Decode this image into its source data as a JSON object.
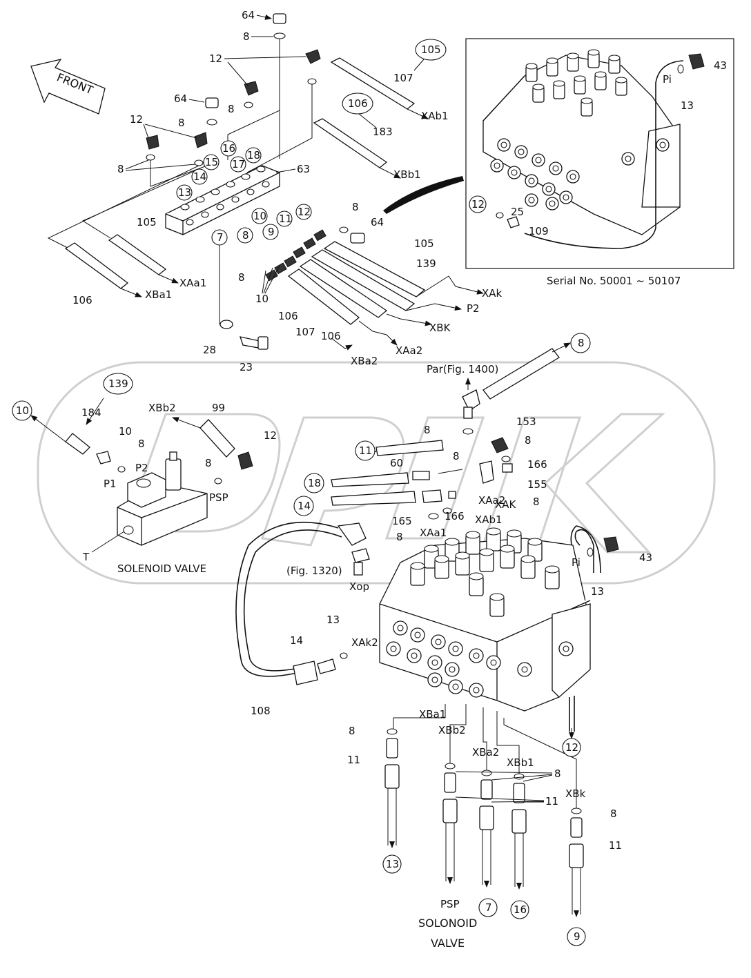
{
  "front_label": "FRONT",
  "serial_note": "Serial No. 50001 ~ 50107",
  "solenoid_valve_label": "SOLENOID VALVE",
  "solonoid_valve_bottom": [
    "SOLONOID",
    "VALVE"
  ],
  "fig_refs": {
    "par": "Par(Fig. 1400)",
    "fig1320": "(Fig. 1320)"
  },
  "ports": {
    "XAb1": "XAb1",
    "XBb1": "XBb1",
    "XAa1": "XAa1",
    "XBa1_top": "XBa1",
    "XAk": "XAk",
    "P2_top": "P2",
    "XBK": "XBK",
    "XBa2_top": "XBa2",
    "XAa2_top": "XAa2",
    "XBb2_sv": "XBb2",
    "P1": "P1",
    "P2_sv": "P2",
    "PSP_sv": "PSP",
    "T": "T",
    "Pi_inset": "Pi",
    "Pi_main": "Pi",
    "XAa2": "XAa2",
    "XAK": "XAK",
    "XAb1_mid": "XAb1",
    "XAa1_mid": "XAa1",
    "Xop": "Xop",
    "XAk2": "XAk2",
    "XBa1": "XBa1",
    "XBb2": "XBb2",
    "XBa2": "XBa2",
    "XBk": "XBk",
    "PSP_bottom": "PSP"
  },
  "part_numbers": {
    "p64a": "64",
    "p8a": "8",
    "p12a": "12",
    "p107a": "107",
    "p64b": "64",
    "p8b": "8",
    "p8c": "8",
    "p183": "183",
    "p12b": "12",
    "p8d": "8",
    "p63": "63",
    "p105a": "105",
    "p106a": "106",
    "p8e": "8",
    "p10a": "10",
    "p105b": "105",
    "p139a": "139",
    "p106b": "106",
    "p107b": "107",
    "p106c": "106",
    "p28": "28",
    "p23": "23",
    "p43a": "43",
    "p13a": "13",
    "p25": "25",
    "p109": "109",
    "p184": "184",
    "p10b": "10",
    "p8f": "8",
    "p99": "99",
    "p12c": "12",
    "p8g": "8",
    "p8h": "8",
    "p153": "153",
    "p8i": "8",
    "p8j": "8",
    "p60": "60",
    "p166a": "166",
    "p155": "155",
    "p8k": "8",
    "p165": "165",
    "p166b": "166",
    "p8l": "8",
    "p43b": "43",
    "p13b": "13",
    "p13c": "13",
    "p14": "14",
    "p108": "108",
    "p8m": "8",
    "p11a": "11",
    "p8n": "8",
    "p11b": "11",
    "p8o": "8",
    "p11c": "11"
  },
  "callouts": {
    "c105": "105",
    "c106": "106",
    "c16": "16",
    "c15": "15",
    "c17": "17",
    "c18a": "18",
    "c14a": "14",
    "c13a": "13",
    "c10": "10",
    "c11": "11",
    "c12": "12",
    "c8": "8",
    "c9": "9",
    "c7": "7",
    "c12inset": "12",
    "c139": "139",
    "c10sv": "10",
    "c8top": "8",
    "c11mid": "11",
    "c18mid": "18",
    "c14mid": "14",
    "c12right": "12",
    "c13bot": "13",
    "c7bot": "7",
    "c16bot": "16",
    "c9bot": "9"
  }
}
